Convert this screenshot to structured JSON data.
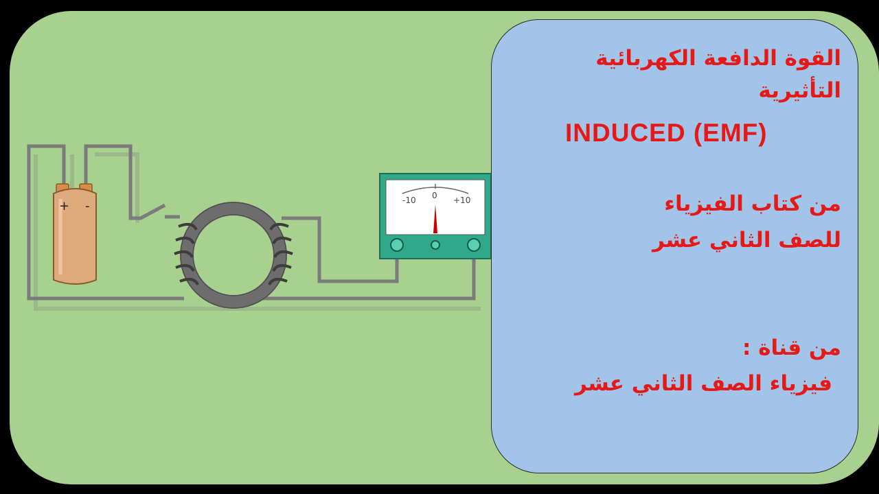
{
  "title_ar_line1": "القوة الدافعة الكهربائية",
  "title_ar_line2": "التأثيرية",
  "title_en": "INDUCED   (EMF)",
  "book_line1": "من كتاب الفيزياء",
  "book_line2": "للصف الثاني عشر",
  "channel_line1": "من قناة :",
  "channel_line2": "فيزياء الصف الثاني عشر",
  "battery": {
    "plus": "+",
    "minus": "-"
  },
  "meter": {
    "scale_left": "-10",
    "scale_center": "0",
    "scale_right": "+10"
  },
  "colors": {
    "slide_bg": "#a8d08e",
    "panel_bg": "#a1c4e8",
    "text_red": "#e61919"
  }
}
